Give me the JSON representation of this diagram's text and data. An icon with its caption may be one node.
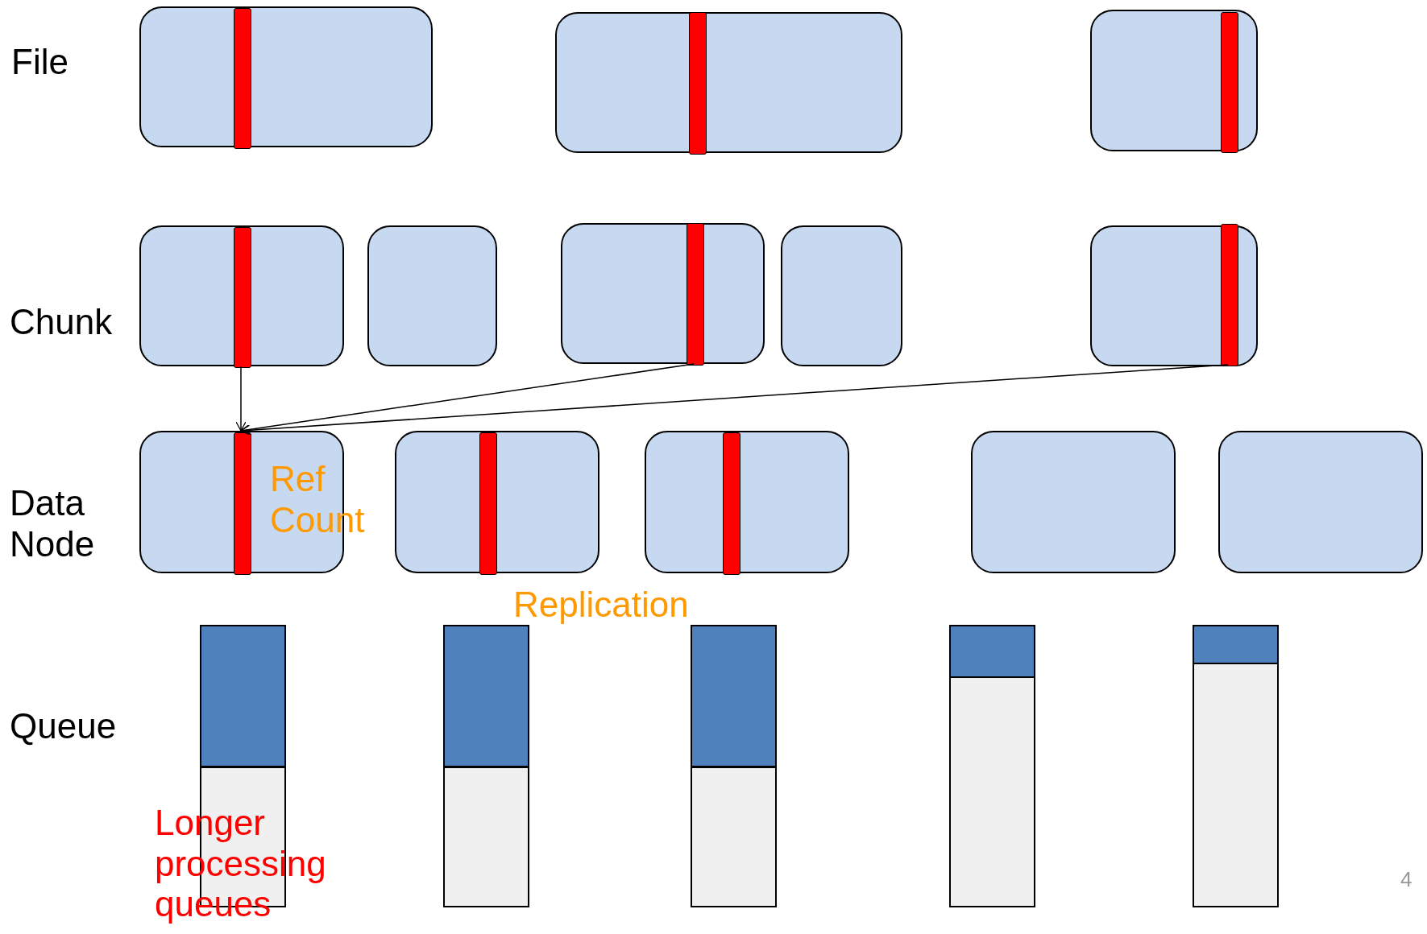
{
  "diagram": {
    "nodes": [
      {
        "text": [],
        "shape": "box"
      },
      {
        "text": [],
        "shape": "bar",
        "in": 0
      },
      {
        "text": [],
        "shape": "box"
      },
      {
        "text": [],
        "shape": "bar",
        "in": 2
      },
      {
        "text": [],
        "shape": "box"
      },
      {
        "text": [],
        "shape": "bar",
        "in": 4
      },
      {
        "text": [],
        "shape": "box"
      },
      {
        "text": [],
        "shape": "bar",
        "in": 6
      },
      {
        "text": [],
        "shape": "box"
      },
      {
        "text": [],
        "shape": "box"
      },
      {
        "text": [],
        "shape": "bar",
        "in": 9
      },
      {
        "text": [],
        "shape": "box"
      },
      {
        "text": [],
        "shape": "box"
      },
      {
        "text": [],
        "shape": "bar",
        "in": 12
      },
      {
        "text": [],
        "shape": "box"
      },
      {
        "text": [],
        "shape": "bar",
        "in": 14
      },
      {
        "text": [],
        "shape": "box"
      },
      {
        "text": [],
        "shape": "bar",
        "in": 16
      },
      {
        "text": [],
        "shape": "box"
      },
      {
        "text": [],
        "shape": "bar",
        "in": 18
      },
      {
        "text": [],
        "shape": "box"
      },
      {
        "text": [],
        "shape": "box"
      },
      {
        "text": [],
        "shape": "bar"
      },
      {
        "text": [],
        "shape": "bar"
      },
      {
        "text": [],
        "shape": "bar"
      },
      {
        "text": [],
        "shape": "bar"
      },
      {
        "text": [],
        "shape": "bar"
      }
    ],
    "edges": [
      {
        "from": 7,
        "to": 15,
        "arrow": "to"
      },
      {
        "from": 10,
        "to": 15,
        "arrow": "to"
      },
      {
        "from": 13,
        "to": 15,
        "arrow": "to"
      }
    ],
    "labels": [
      "File",
      "Chunk",
      "Data Node",
      "Queue",
      "Ref Count",
      "Replication",
      "Longer processing queues",
      "4"
    ]
  }
}
